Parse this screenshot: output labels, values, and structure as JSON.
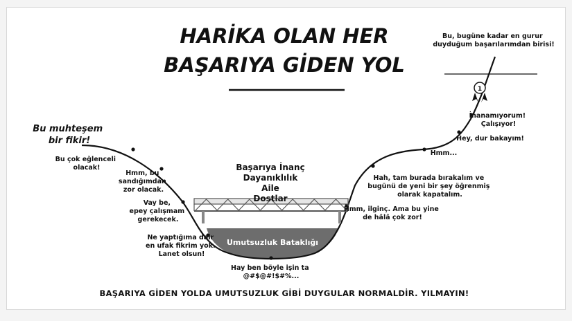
{
  "title": {
    "line1": "HARİKA OLAN HER",
    "line2": "BAŞARIYA GİDEN YOL"
  },
  "trophy_note": {
    "line1": "Bu, bugüne kadar en gurur",
    "line2": "duyduğum başarılarımdan birisi!"
  },
  "stages_left": [
    {
      "lines": [
        "Bu muhteşem",
        "bir fikir!"
      ]
    },
    {
      "lines": [
        "Bu çok eğlenceli",
        "olacak!"
      ]
    },
    {
      "lines": [
        "Hmm, bu",
        "sandığımdan",
        "zor olacak."
      ]
    },
    {
      "lines": [
        "Vay be,",
        "epey çalışmam",
        "gerekecek."
      ]
    },
    {
      "lines": [
        "Ne yaptığıma dair",
        "en ufak fikrim yok.",
        "Lanet olsun!"
      ]
    }
  ],
  "stage_bottom": {
    "lines": [
      "Hay ben böyle işin ta",
      "@#$@#!$#%..."
    ]
  },
  "stages_right": [
    {
      "lines": [
        "Hmm, ilginç. Ama bu yine",
        "de hâlâ çok zor!"
      ]
    },
    {
      "lines": [
        "Hah, tam burada bırakalım ve",
        "bugünü de yeni bir şey öğrenmiş",
        "olarak kapatalım."
      ]
    },
    {
      "lines": [
        "Hmm..."
      ]
    },
    {
      "lines": [
        "Hey, dur bakayım!"
      ]
    },
    {
      "lines": [
        "İnanamıyorum!",
        "Çalışıyor!"
      ]
    }
  ],
  "bridge_supports": [
    "Başarıya İnanç",
    "Dayanıklılık",
    "Aile",
    "Dostlar"
  ],
  "swamp_label": "Umutsuzluk Bataklığı",
  "trophy_number": "1",
  "footer": "BAŞARIYA GİDEN YOLDA UMUTSUZLUK GİBİ DUYGULAR NORMALDİR. YILMAYIN!",
  "colors": {
    "swamp": "#6d6d6d",
    "ink": "#111111",
    "background": "#f4f4f4"
  }
}
